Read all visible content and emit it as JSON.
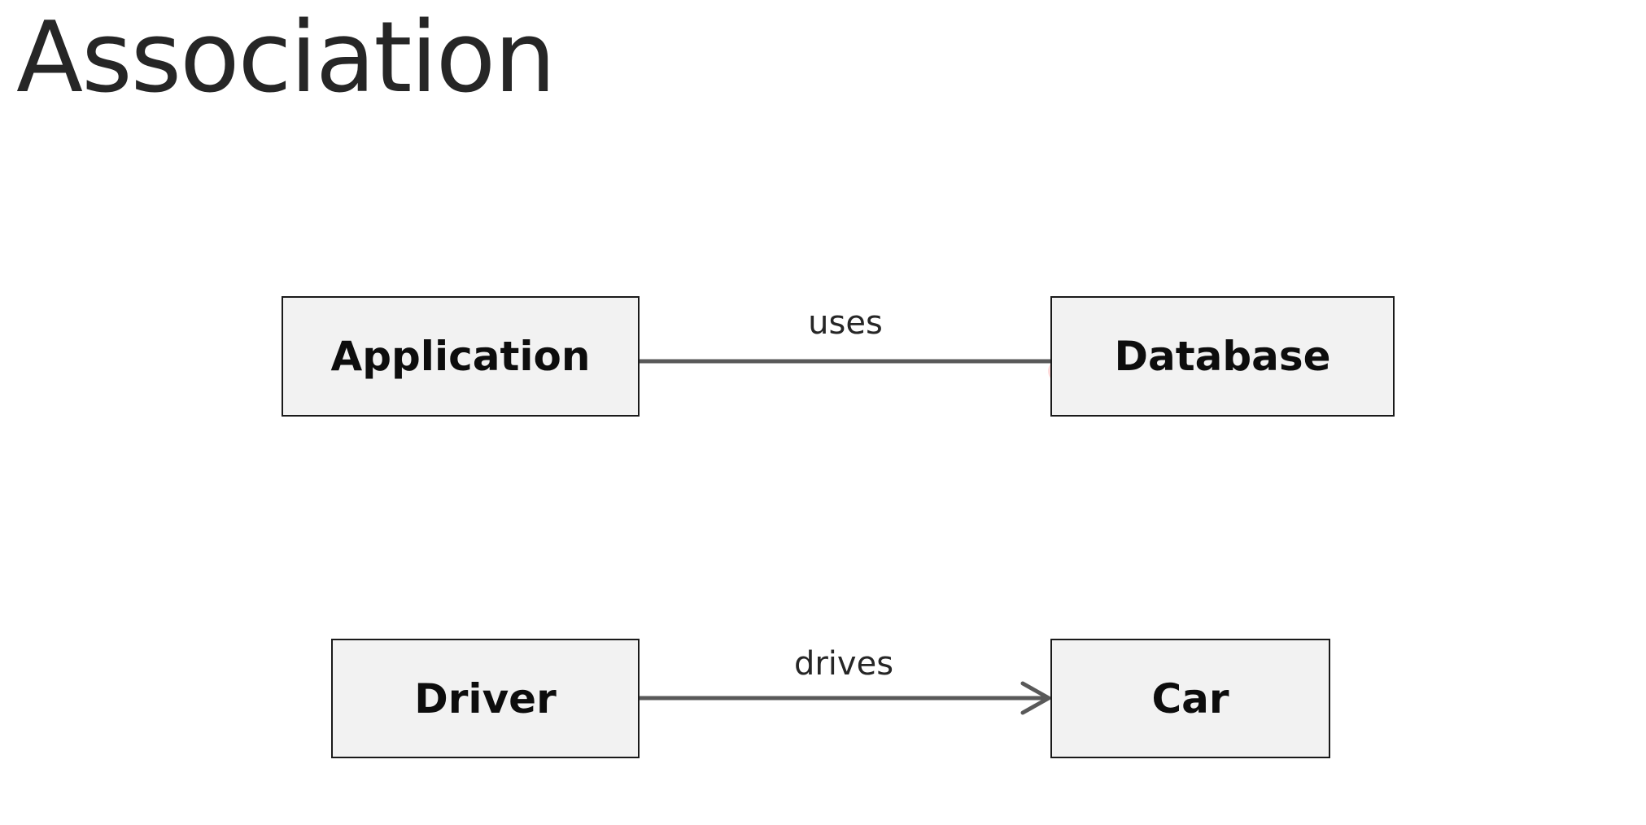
{
  "title": "Association",
  "classes": {
    "application": "Application",
    "database": "Database",
    "driver": "Driver",
    "car": "Car"
  },
  "associations": {
    "uses": "uses",
    "drives": "drives"
  },
  "colors": {
    "box_fill": "#f2f2f2",
    "box_border": "#1a1a1a",
    "line": "#595959",
    "pointer": "#e8000b"
  }
}
